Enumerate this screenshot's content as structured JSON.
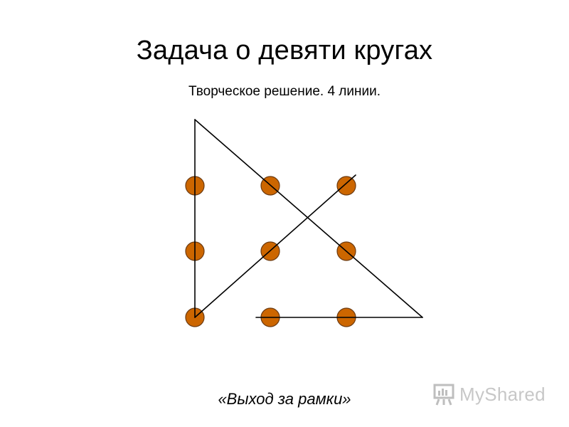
{
  "slide": {
    "title": "Задача о девяти кругах",
    "subtitle": "Творческое решение. 4 линии.",
    "caption": "«Выход за рамки»"
  },
  "diagram": {
    "dot_fill": "#cc6600",
    "dot_stroke": "#6b3a10",
    "line_color": "#000000",
    "dots": [
      {
        "row": 1,
        "col": 1
      },
      {
        "row": 1,
        "col": 2
      },
      {
        "row": 1,
        "col": 3
      },
      {
        "row": 2,
        "col": 1
      },
      {
        "row": 2,
        "col": 2
      },
      {
        "row": 2,
        "col": 3
      },
      {
        "row": 3,
        "col": 1
      },
      {
        "row": 3,
        "col": 2
      },
      {
        "row": 3,
        "col": 3
      }
    ],
    "line_count": 4
  },
  "watermark": {
    "text": "MyShared",
    "icon": "myshared-logo-icon",
    "color": "#9a9a9a"
  }
}
